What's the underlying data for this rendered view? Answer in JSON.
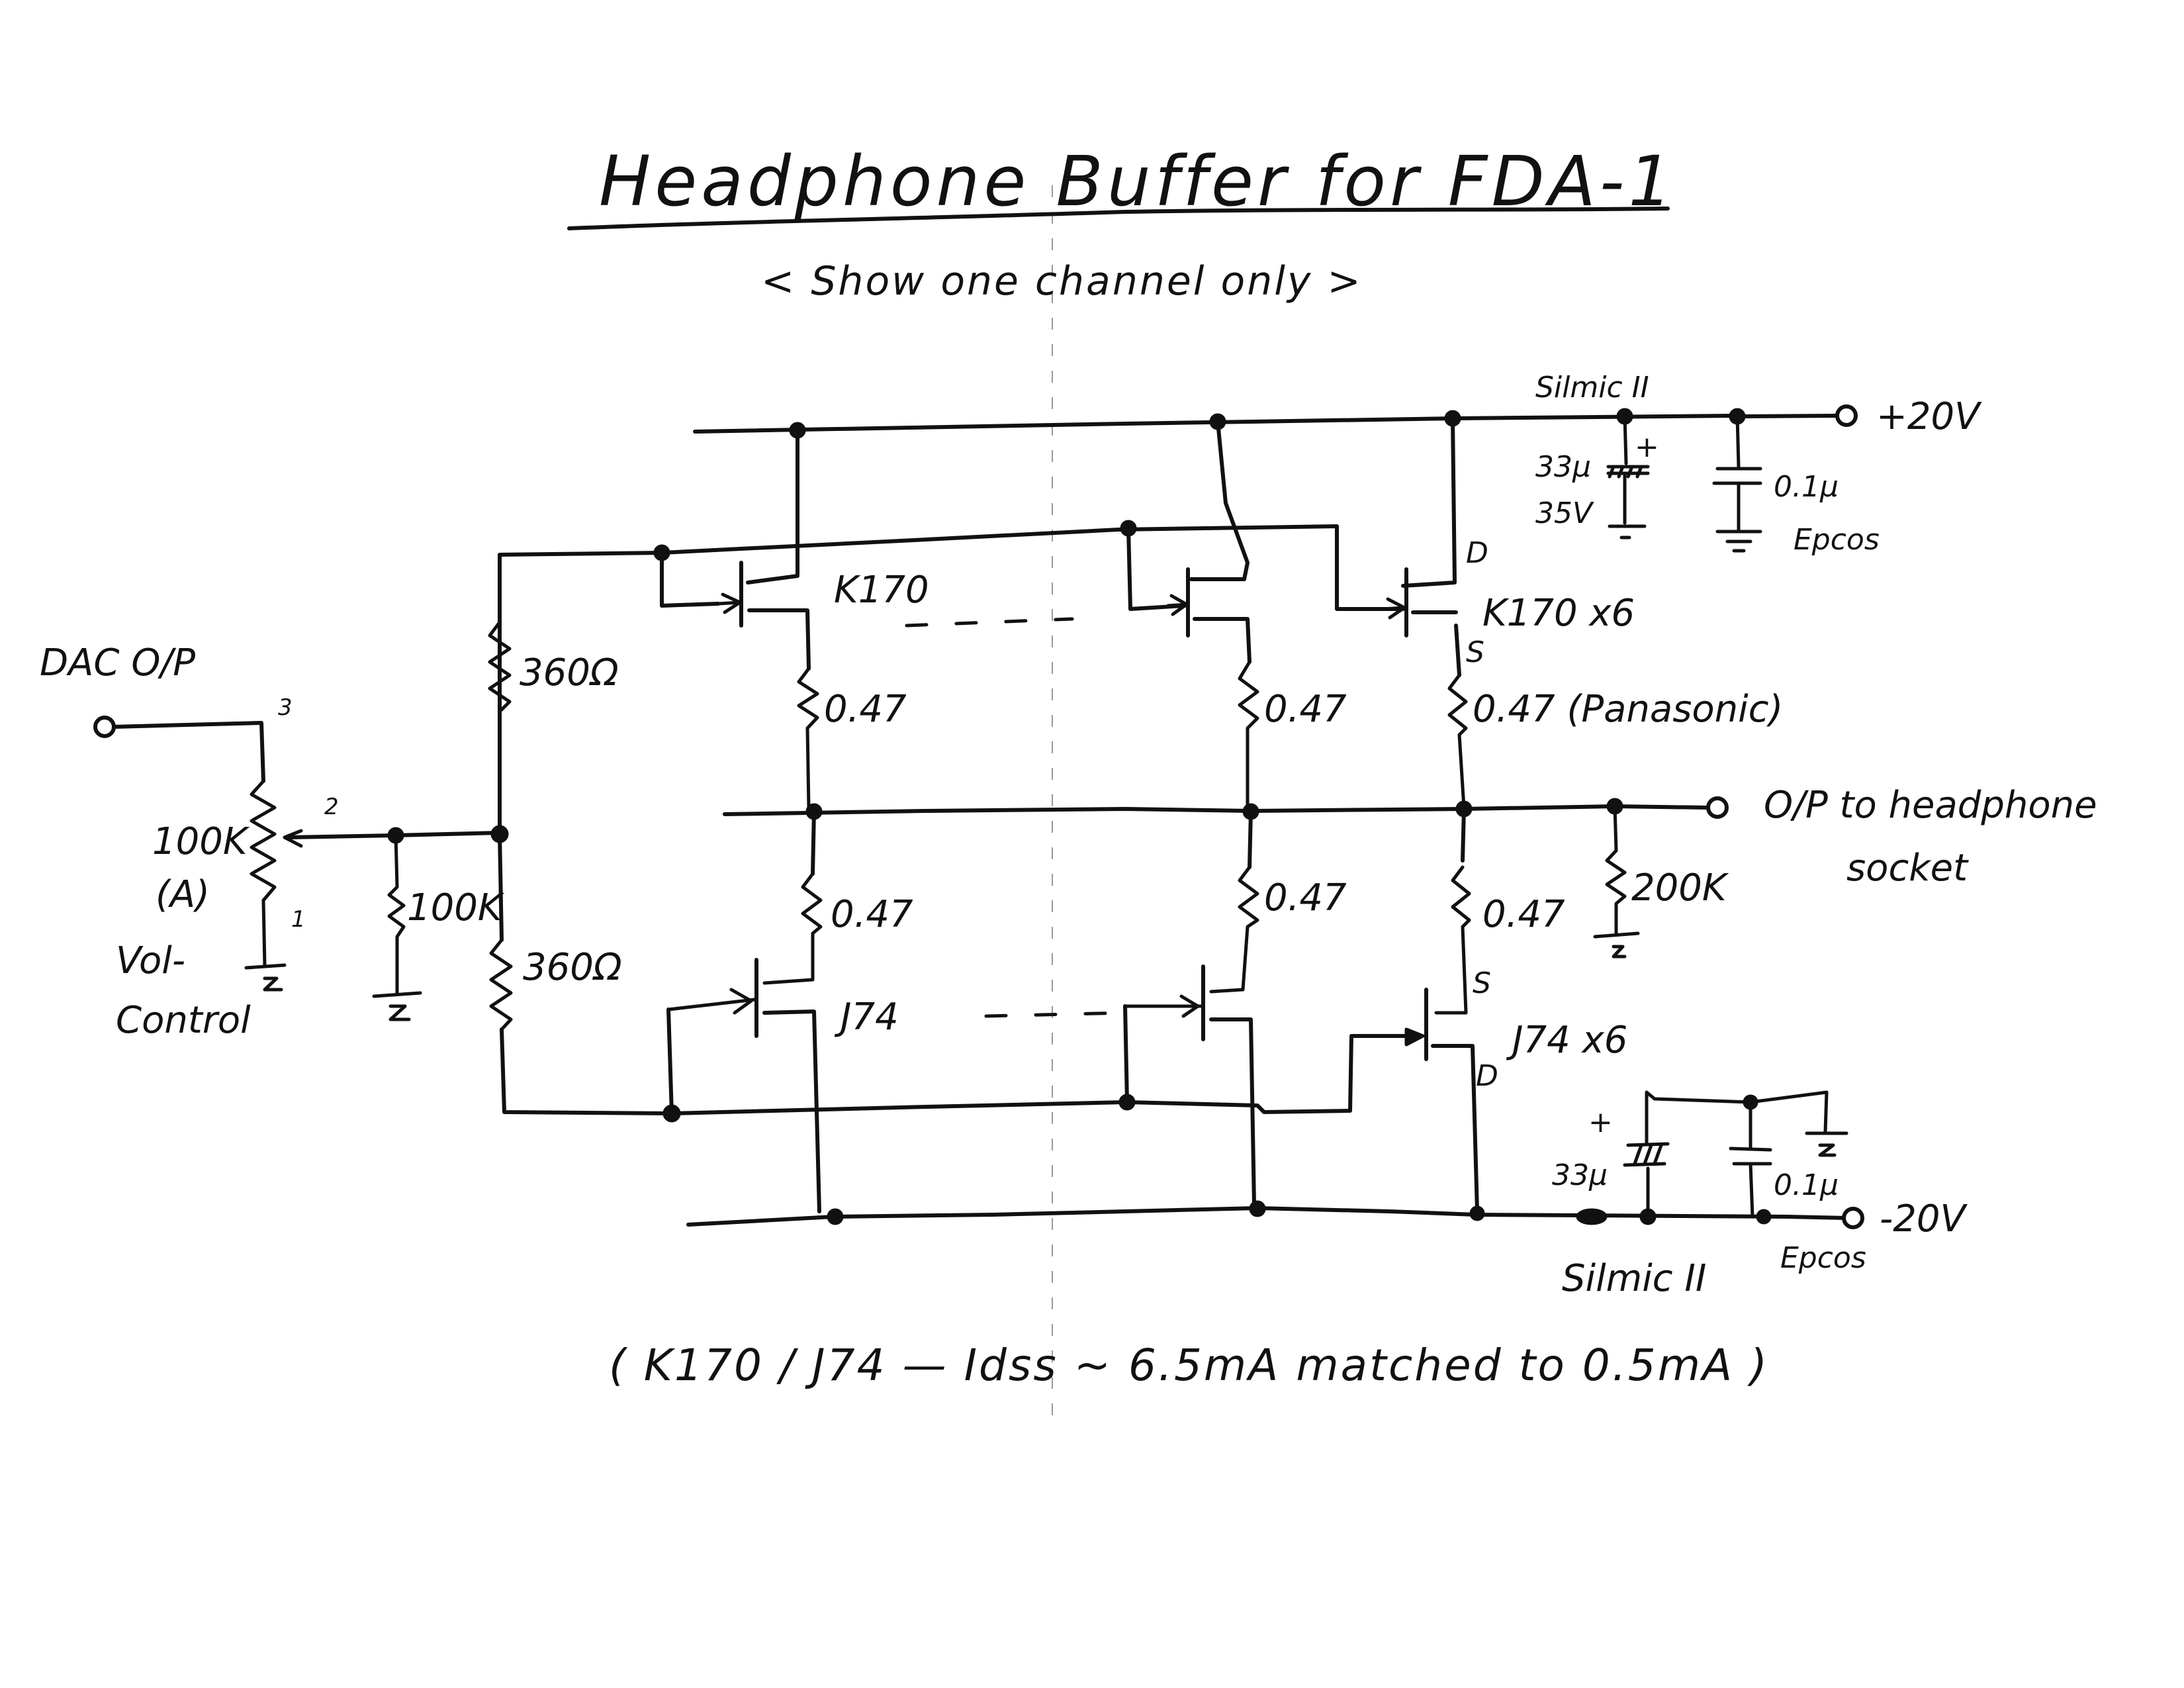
{
  "title": "Headphone Buffer for FDA-1",
  "subtitle": "< Show one channel only >",
  "input": {
    "source_label": "DAC O/P",
    "volume_pot": {
      "value": "100K",
      "taper": "(A)",
      "label_line1": "Vol-",
      "label_line2": "Control",
      "pins": [
        "3",
        "2",
        "1"
      ]
    },
    "shunt_resistor": "100K"
  },
  "bias": {
    "upper_resistor": "360Ω",
    "lower_resistor": "360Ω"
  },
  "upper_devices": {
    "first": "K170",
    "last": "K170 x6",
    "drain_pin": "D",
    "source_pin": "S",
    "source_resistors": [
      "0.47",
      "0.47",
      "0.47 (Panasonic)"
    ]
  },
  "lower_devices": {
    "first": "J74",
    "last": "J74 x6",
    "drain_pin": "D",
    "source_pin": "S",
    "source_resistors": [
      "0.47",
      "0.47",
      "0.47"
    ]
  },
  "output": {
    "label_line1": "O/P to headphone",
    "label_line2": "socket",
    "load_resistor": "200K"
  },
  "positive_rail": {
    "voltage": "+20V",
    "electrolytic": {
      "brand": "Silmic II",
      "value": "33μ",
      "rating": "35V",
      "polarity": "+"
    },
    "film": {
      "value": "0.1μ",
      "brand": "Epcos"
    }
  },
  "negative_rail": {
    "voltage": "-20V",
    "electrolytic": {
      "brand": "Silmic II",
      "value": "33μ",
      "polarity": "+"
    },
    "film": {
      "value": "0.1μ",
      "brand": "Epcos"
    }
  },
  "footnote": "( K170 / J74 — Idss ~ 6.5mA matched to 0.5mA )"
}
